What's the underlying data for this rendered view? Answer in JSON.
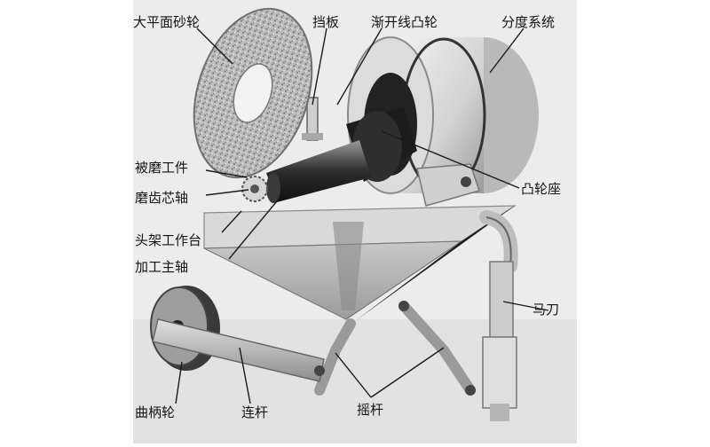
{
  "labels": {
    "grinding_wheel": "大平面砂轮",
    "baffle": "挡板",
    "involute_cam": "渐开线凸轮",
    "indexing_system": "分度系统",
    "workpiece": "被磨工件",
    "gear_mandrel": "磨齿芯轴",
    "headstock_table": "头架工作台",
    "spindle": "加工主轴",
    "cam_seat": "凸轮座",
    "horse_knife": "马刀",
    "crank_wheel": "曲柄轮",
    "connecting_rod": "连杆",
    "rocker": "摇杆"
  },
  "colors": {
    "background": "#eeeeee",
    "metal_light": "#d8d8d8",
    "metal_dark": "#2a2a2a",
    "label_text": "#141414"
  }
}
